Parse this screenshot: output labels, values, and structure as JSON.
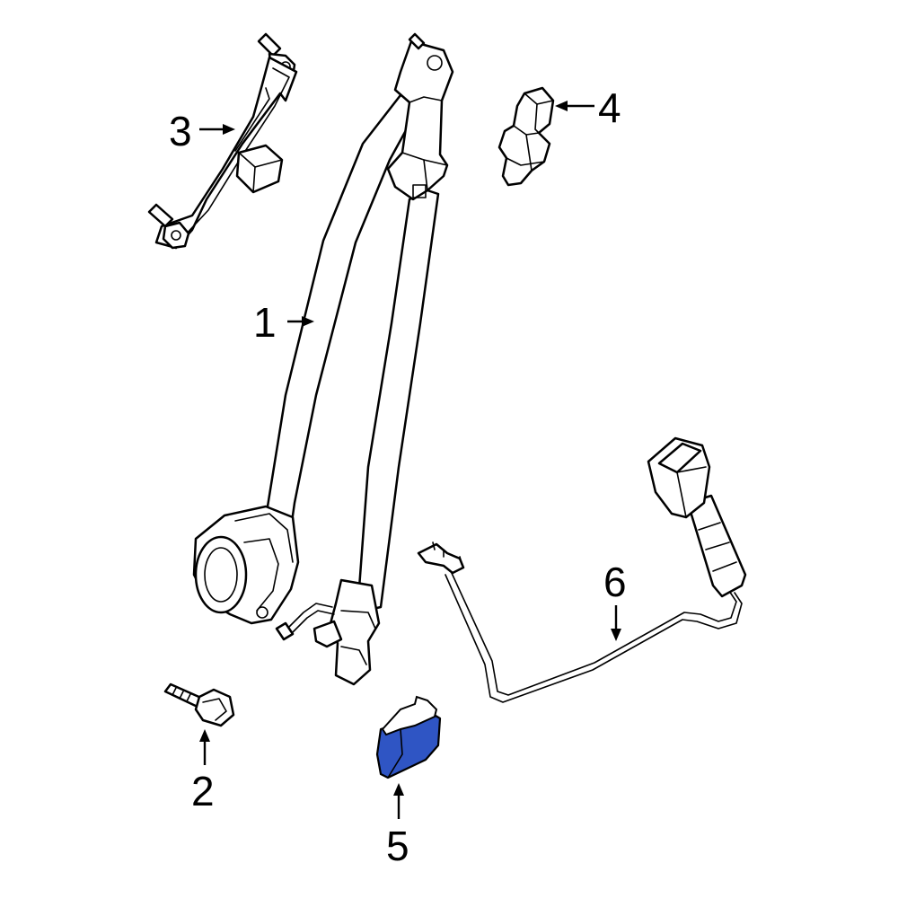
{
  "callouts": [
    {
      "id": "part-1",
      "label": "1"
    },
    {
      "id": "part-2",
      "label": "2"
    },
    {
      "id": "part-3",
      "label": "3"
    },
    {
      "id": "part-4",
      "label": "4"
    },
    {
      "id": "part-5",
      "label": "5"
    },
    {
      "id": "part-6",
      "label": "6"
    }
  ],
  "colors": {
    "highlight": "#2f55c4",
    "line": "#000000",
    "background": "#ffffff"
  }
}
